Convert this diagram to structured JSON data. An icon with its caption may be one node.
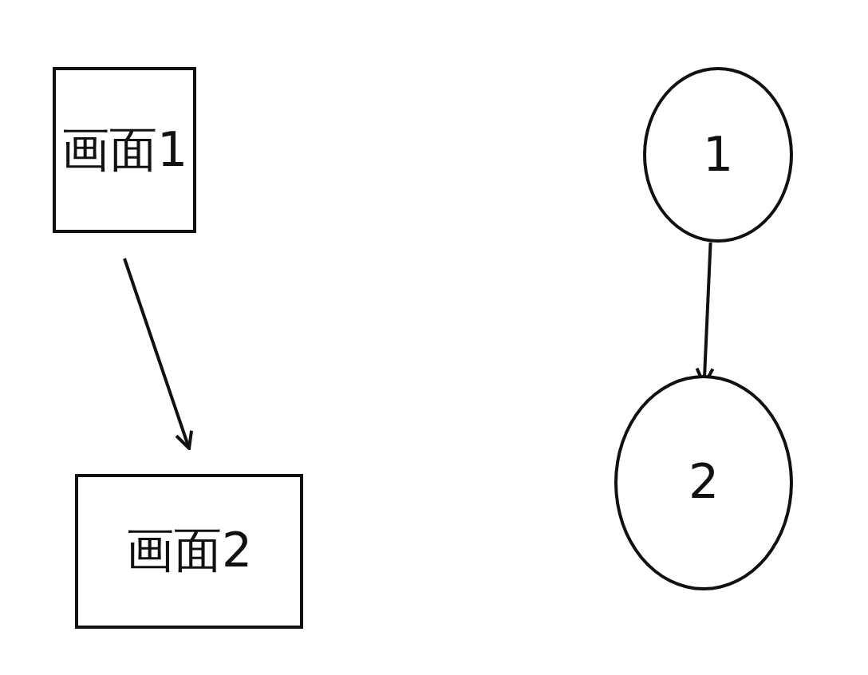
{
  "diagram": {
    "nodes": [
      {
        "text": [
          "画面1"
        ]
      },
      {
        "text": [
          "画面2"
        ]
      },
      {
        "text": [
          "1"
        ]
      },
      {
        "text": [
          "2"
        ]
      }
    ],
    "edges": [
      {
        "from": 0,
        "to": 1,
        "arrow": "to"
      },
      {
        "from": 2,
        "to": 3,
        "arrow": "to"
      }
    ]
  }
}
